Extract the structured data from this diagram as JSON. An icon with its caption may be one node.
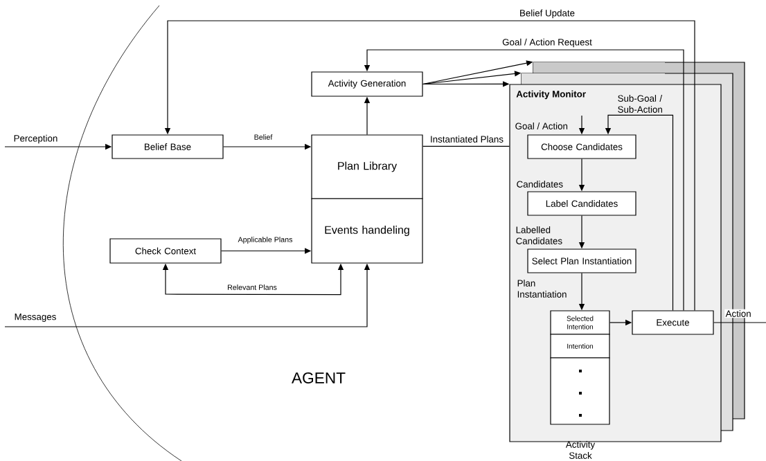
{
  "diagram": {
    "nodes": [
      {
        "text": [
          "Belief Base"
        ]
      },
      {
        "text": [
          "Plan Library"
        ]
      },
      {
        "text": [
          "Events handeling"
        ]
      },
      {
        "text": [
          "Activity Generation"
        ]
      },
      {
        "text": [
          "Check Context"
        ]
      },
      {
        "text": [],
        "shape": "box"
      },
      {
        "text": [],
        "shape": "box"
      },
      {
        "text": [
          "Activity Monitor"
        ]
      },
      {
        "text": [
          "Choose Candidates"
        ],
        "in": 7
      },
      {
        "text": [
          "Label Candidates"
        ],
        "in": 7
      },
      {
        "text": [
          "Select Plan Instantiation"
        ],
        "in": 7
      },
      {
        "text": [
          "Selected Intention"
        ],
        "in": 7
      },
      {
        "text": [
          "Intention"
        ],
        "in": 7
      },
      {
        "text": [],
        "shape": "box",
        "in": 7
      },
      {
        "text": [
          "Execute"
        ],
        "in": 7
      }
    ],
    "edges": [
      {
        "from": null,
        "to": 0,
        "arrow": "to",
        "label": "Perception"
      },
      {
        "from": 0,
        "to": 1,
        "arrow": "to",
        "label": "Belief"
      },
      {
        "from": 4,
        "to": 2,
        "arrow": "to",
        "label": "Applicable Plans"
      },
      {
        "from": 2,
        "to": 4,
        "arrow": "both",
        "label": "Relevant Plans"
      },
      {
        "from": null,
        "to": 2,
        "arrow": "to",
        "label": "Messages"
      },
      {
        "from": 1,
        "to": 3,
        "arrow": "to"
      },
      {
        "from": 3,
        "to": 5,
        "arrow": "to"
      },
      {
        "from": 3,
        "to": 6,
        "arrow": "to"
      },
      {
        "from": 3,
        "to": 7,
        "arrow": "to"
      },
      {
        "from": 1,
        "to": 7,
        "arrow": "none",
        "label": "Instantiated Plans"
      },
      {
        "from": 14,
        "to": 3,
        "arrow": "to",
        "label": "Goal / Action Request"
      },
      {
        "from": 14,
        "to": 0,
        "arrow": "to",
        "label": "Belief Update"
      },
      {
        "from": 14,
        "to": 8,
        "arrow": "to",
        "label": "Sub-Goal / Sub-Action"
      },
      {
        "from": null,
        "to": 8,
        "arrow": "to",
        "label": "Goal / Action"
      },
      {
        "from": 8,
        "to": 9,
        "arrow": "to",
        "label": "Candidates"
      },
      {
        "from": 9,
        "to": 10,
        "arrow": "to",
        "label": "Labelled Candidates"
      },
      {
        "from": 10,
        "to": 11,
        "arrow": "to",
        "label": "Plan Instantiation"
      },
      {
        "from": 11,
        "to": 14,
        "arrow": "to"
      },
      {
        "from": 14,
        "to": null,
        "arrow": "none",
        "label": "Action"
      }
    ],
    "labels": [
      "Activity Stack",
      "AGENT"
    ]
  }
}
